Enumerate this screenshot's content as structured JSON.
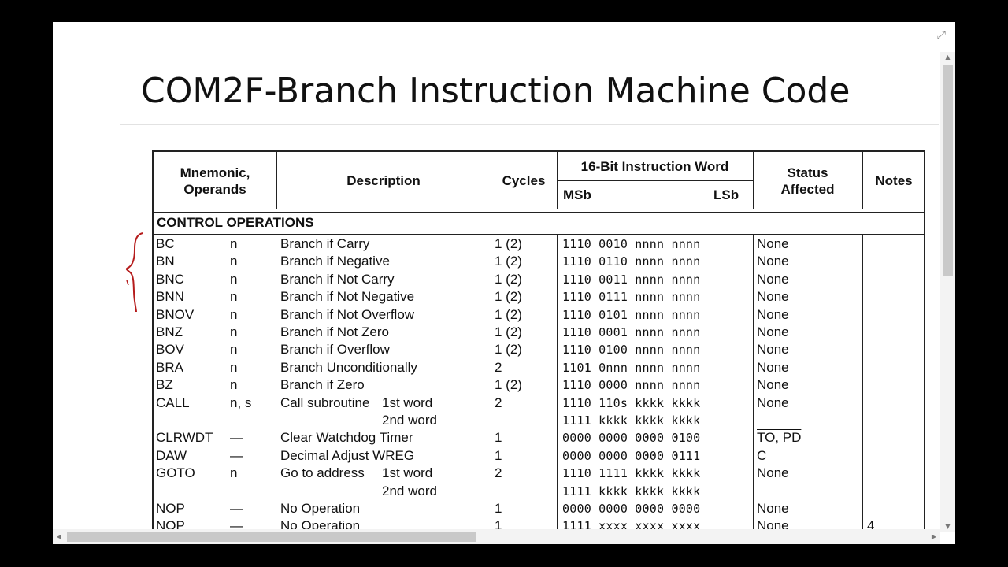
{
  "slide": {
    "title": "COM2F-Branch Instruction Machine Code"
  },
  "viewer": {
    "expand_icon": "expand-icon"
  },
  "table": {
    "headers": {
      "mnemonic": "Mnemonic,",
      "operands": "Operands",
      "description": "Description",
      "cycles": "Cycles",
      "instruction_word": "16-Bit Instruction Word",
      "msb": "MSb",
      "lsb": "LSb",
      "status_line1": "Status",
      "status_line2": "Affected",
      "notes": "Notes"
    },
    "section": "CONTROL OPERATIONS",
    "rows": [
      {
        "mnemonic": "BC",
        "operands": "n",
        "description": "Branch if Carry",
        "word": "",
        "cycles": "1 (2)",
        "bits": "1110  0010  nnnn  nnnn",
        "status": "None",
        "notes": ""
      },
      {
        "mnemonic": "BN",
        "operands": "n",
        "description": "Branch if Negative",
        "word": "",
        "cycles": "1 (2)",
        "bits": "1110  0110  nnnn  nnnn",
        "status": "None",
        "notes": ""
      },
      {
        "mnemonic": "BNC",
        "operands": "n",
        "description": "Branch if Not Carry",
        "word": "",
        "cycles": "1 (2)",
        "bits": "1110  0011  nnnn  nnnn",
        "status": "None",
        "notes": ""
      },
      {
        "mnemonic": "BNN",
        "operands": "n",
        "description": "Branch if Not Negative",
        "word": "",
        "cycles": "1 (2)",
        "bits": "1110  0111  nnnn  nnnn",
        "status": "None",
        "notes": ""
      },
      {
        "mnemonic": "BNOV",
        "operands": "n",
        "description": "Branch if Not Overflow",
        "word": "",
        "cycles": "1 (2)",
        "bits": "1110  0101  nnnn  nnnn",
        "status": "None",
        "notes": ""
      },
      {
        "mnemonic": "BNZ",
        "operands": "n",
        "description": "Branch if Not Zero",
        "word": "",
        "cycles": "1 (2)",
        "bits": "1110  0001  nnnn  nnnn",
        "status": "None",
        "notes": ""
      },
      {
        "mnemonic": "BOV",
        "operands": "n",
        "description": "Branch if Overflow",
        "word": "",
        "cycles": "1 (2)",
        "bits": "1110  0100  nnnn  nnnn",
        "status": "None",
        "notes": ""
      },
      {
        "mnemonic": "BRA",
        "operands": "n",
        "description": "Branch Unconditionally",
        "word": "",
        "cycles": "2",
        "bits": "1101  0nnn  nnnn  nnnn",
        "status": "None",
        "notes": ""
      },
      {
        "mnemonic": "BZ",
        "operands": "n",
        "description": "Branch if Zero",
        "word": "",
        "cycles": "1 (2)",
        "bits": "1110  0000  nnnn  nnnn",
        "status": "None",
        "notes": ""
      },
      {
        "mnemonic": "CALL",
        "operands": "n, s",
        "description": "Call subroutine",
        "word": "1st word",
        "cycles": "2",
        "bits": "1110  110s  kkkk  kkkk",
        "status": "None",
        "notes": ""
      },
      {
        "mnemonic": "",
        "operands": "",
        "description": "",
        "word": "2nd word",
        "cycles": "",
        "bits": "1111  kkkk  kkkk  kkkk",
        "status": "",
        "notes": ""
      },
      {
        "mnemonic": "CLRWDT",
        "operands": "—",
        "description": "Clear Watchdog Timer",
        "word": "",
        "cycles": "1",
        "bits": "0000  0000  0000  0100",
        "status": "TO, PD",
        "notes": ""
      },
      {
        "mnemonic": "DAW",
        "operands": "—",
        "description": "Decimal Adjust WREG",
        "word": "",
        "cycles": "1",
        "bits": "0000  0000  0000  0111",
        "status": "C",
        "notes": ""
      },
      {
        "mnemonic": "GOTO",
        "operands": "n",
        "description": "Go to address",
        "word": "1st word",
        "cycles": "2",
        "bits": "1110  1111  kkkk  kkkk",
        "status": "None",
        "notes": ""
      },
      {
        "mnemonic": "",
        "operands": "",
        "description": "",
        "word": "2nd word",
        "cycles": "",
        "bits": "1111  kkkk  kkkk  kkkk",
        "status": "",
        "notes": ""
      },
      {
        "mnemonic": "NOP",
        "operands": "—",
        "description": "No Operation",
        "word": "",
        "cycles": "1",
        "bits": "0000  0000  0000  0000",
        "status": "None",
        "notes": ""
      },
      {
        "mnemonic": "NOP",
        "operands": "—",
        "description": "No Operation",
        "word": "",
        "cycles": "1",
        "bits": "1111  xxxx  xxxx  xxxx",
        "status": "None",
        "notes": "4"
      }
    ]
  }
}
